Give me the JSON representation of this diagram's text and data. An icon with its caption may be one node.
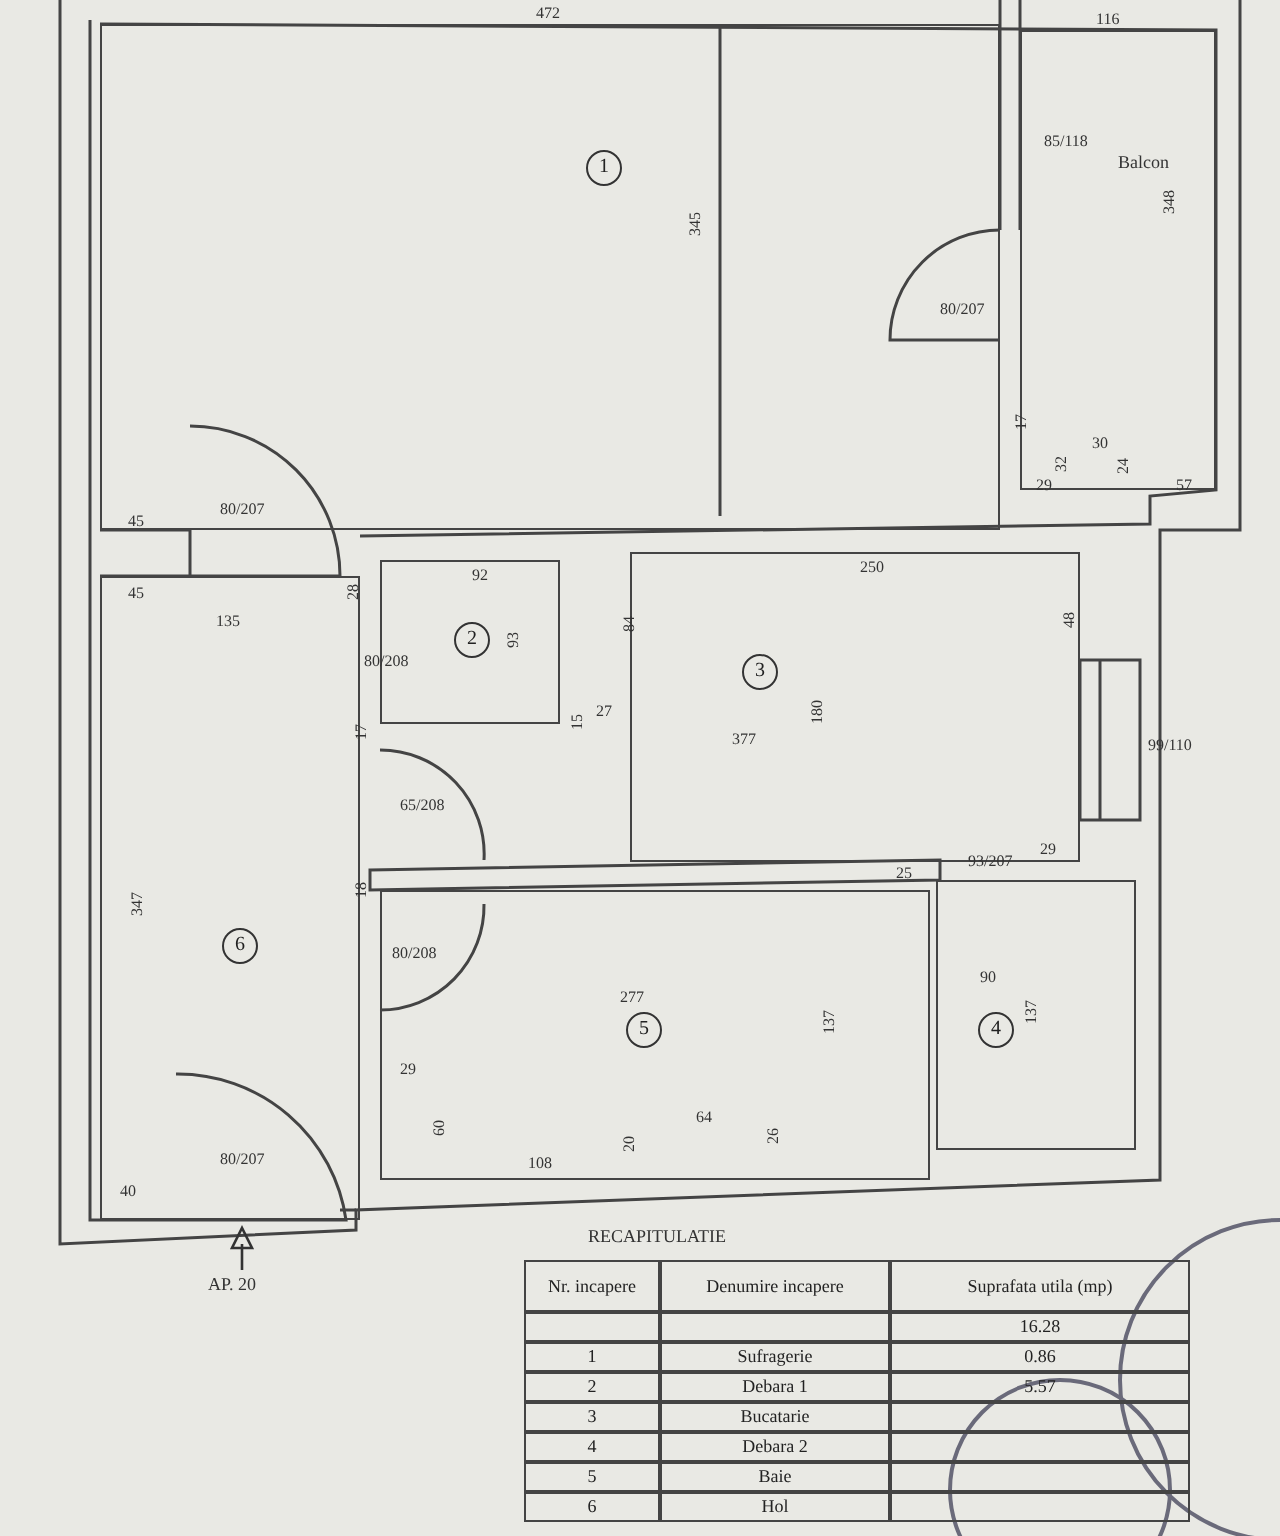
{
  "diagram": {
    "nodes": [
      {
        "text": [
          "1"
        ]
      },
      {
        "text": [
          "Balcon"
        ]
      },
      {
        "text": [
          "2"
        ]
      },
      {
        "text": [
          "3"
        ]
      },
      {
        "text": [
          "6"
        ]
      },
      {
        "text": [
          "5"
        ]
      },
      {
        "text": [
          "4"
        ]
      }
    ],
    "labels": [
      "472",
      "116",
      "85/118",
      "345",
      "348",
      "80/207",
      "17",
      "30",
      "32",
      "24",
      "29",
      "57",
      "45",
      "80/207",
      "45",
      "28",
      "92",
      "135",
      "80/208",
      "93",
      "84",
      "250",
      "48",
      "17",
      "15",
      "27",
      "180",
      "377",
      "99/110",
      "65/208",
      "18",
      "25",
      "93/207",
      "29",
      "347",
      "80/208",
      "277",
      "90",
      "137",
      "137",
      "29",
      "60",
      "108",
      "20",
      "64",
      "26",
      "40",
      "80/207",
      "AP. 20",
      "RECAPITULATIE",
      "Nr. incapere",
      "Denumire incapere",
      "Suprafata utila (mp)",
      "16.28",
      "1",
      "Sufragerie",
      "0.86",
      "2",
      "Debara 1",
      "5.57",
      "3",
      "Bucatarie",
      "4",
      "Debara 2",
      "5",
      "Baie",
      "6",
      "Hol"
    ]
  }
}
